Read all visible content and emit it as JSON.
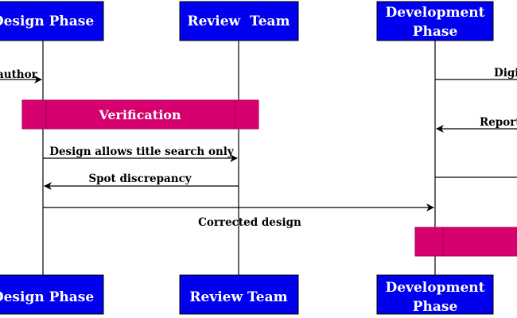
{
  "actors": {
    "design": {
      "label": "Design Phase"
    },
    "review": {
      "label": "Review  Team"
    },
    "dev": {
      "line1": "Development",
      "line2": "Phase"
    }
  },
  "actors_bottom": {
    "design": {
      "label": "Design Phase"
    },
    "review": {
      "label": "Review Team"
    },
    "dev": {
      "line1": "Development",
      "line2": "Phase"
    }
  },
  "messages": {
    "author": "author",
    "digi": "Digi",
    "report": "Report",
    "design_allows": "Design allows title search only",
    "spot": "Spot discrepancy",
    "corrected": "Corrected design"
  },
  "activities": {
    "verification": "Verification",
    "dev_activity": ""
  },
  "colors": {
    "actor_fill": "#0000ee",
    "activity_fill": "#d6006e",
    "line": "#000000"
  }
}
